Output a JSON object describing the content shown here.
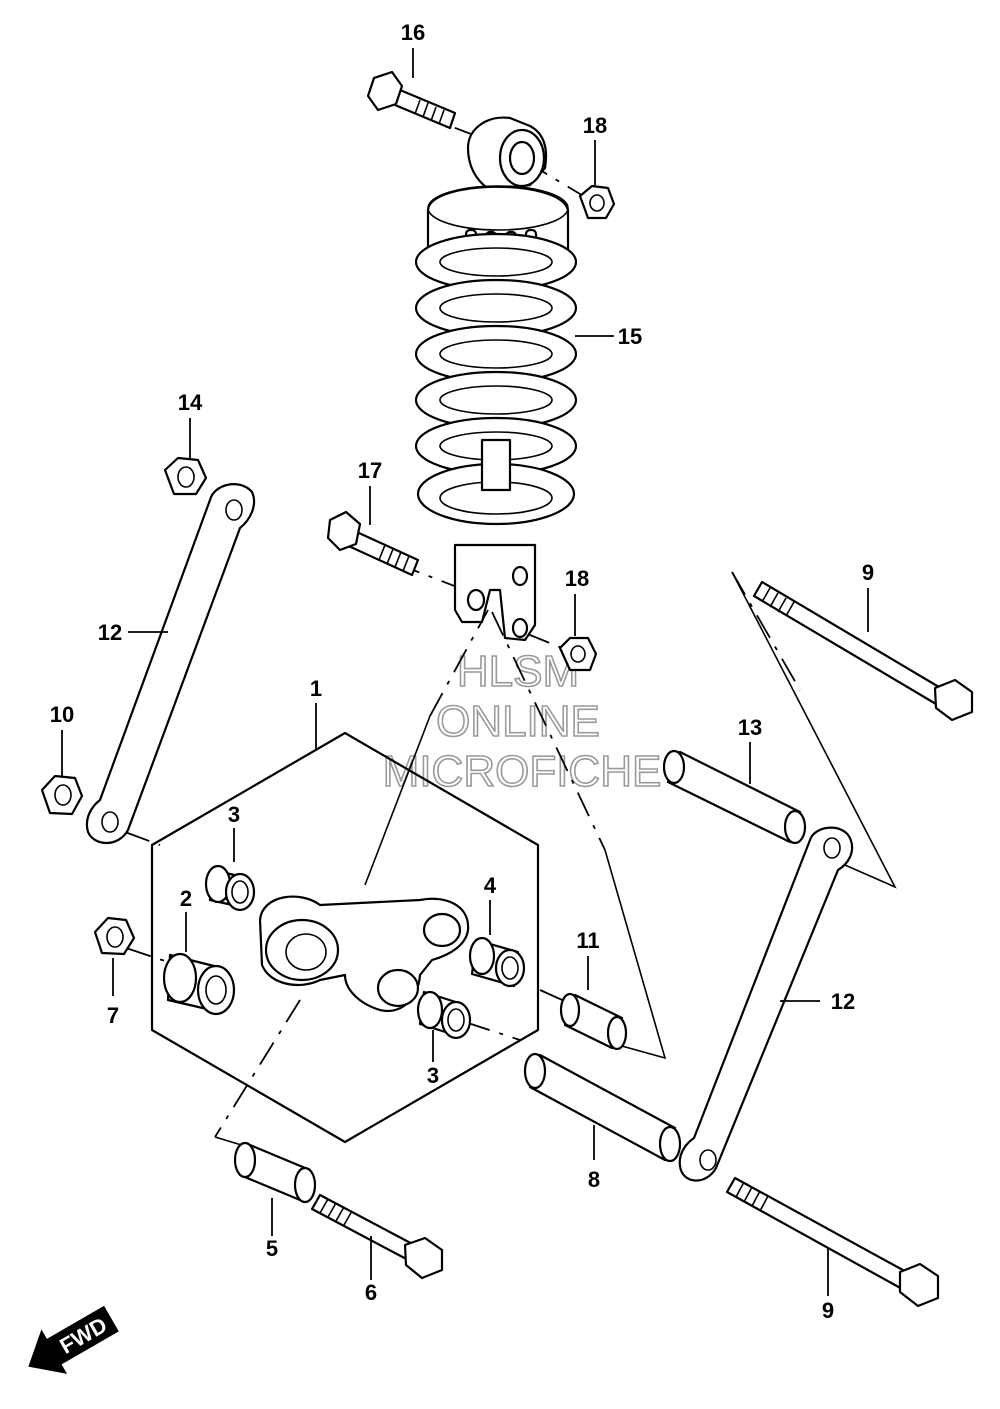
{
  "callouts": {
    "c1": "1",
    "c2": "2",
    "c3a": "3",
    "c3b": "3",
    "c4": "4",
    "c5": "5",
    "c6": "6",
    "c7": "7",
    "c8": "8",
    "c9a": "9",
    "c9b": "9",
    "c10": "10",
    "c11": "11",
    "c12a": "12",
    "c12b": "12",
    "c13": "13",
    "c14": "14",
    "c15": "15",
    "c16": "16",
    "c17": "17",
    "c18a": "18",
    "c18b": "18"
  },
  "watermark": {
    "line1": "HLSM",
    "line2": "ONLINE",
    "line3": "MICROFICHE"
  },
  "fwd_label": "FWD"
}
